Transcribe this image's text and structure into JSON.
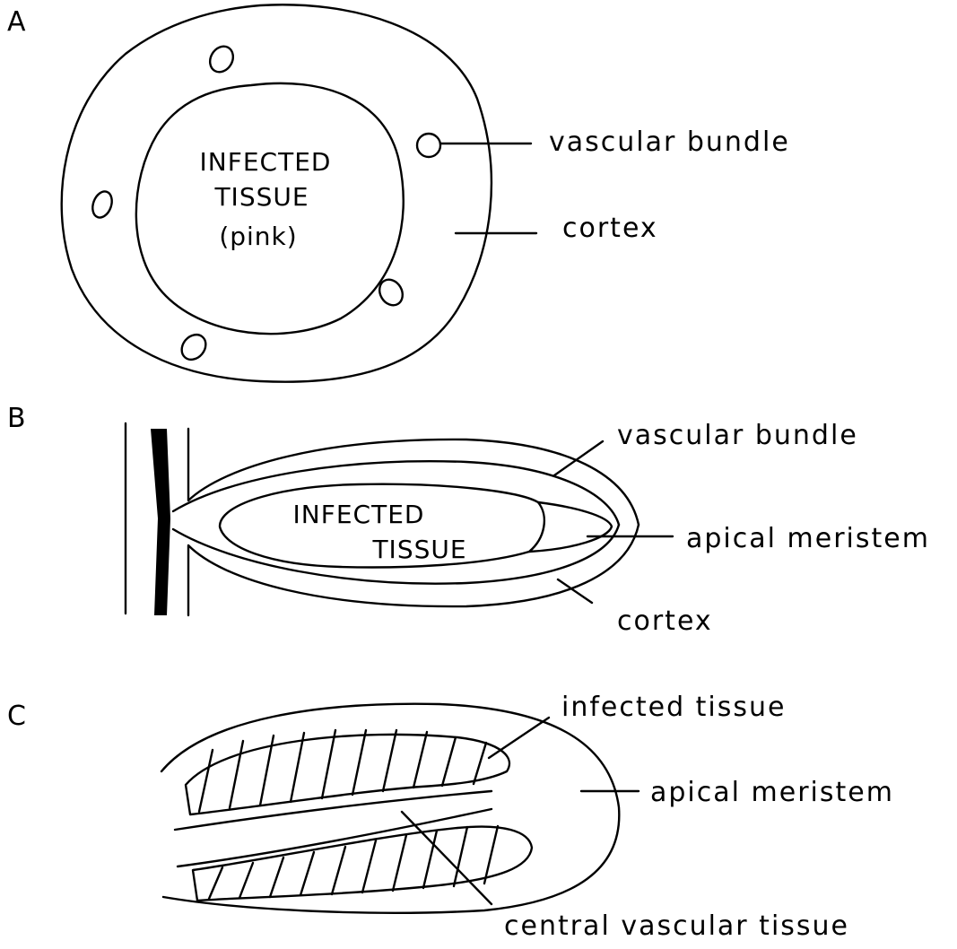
{
  "panels": {
    "a": {
      "letter": "A",
      "inner_lines": [
        "INFECTED",
        "TISSUE",
        "(pink)"
      ],
      "labels": {
        "vascular_bundle": "vascular bundle",
        "cortex": "cortex"
      }
    },
    "b": {
      "letter": "B",
      "inner_lines": [
        "INFECTED",
        "TISSUE"
      ],
      "labels": {
        "vascular_bundle": "vascular bundle",
        "apical_meristem": "apical meristem",
        "cortex": "cortex"
      }
    },
    "c": {
      "letter": "C",
      "labels": {
        "infected_tissue": "infected tissue",
        "apical_meristem": "apical meristem",
        "central_vascular_tissue": "central vascular tissue"
      }
    }
  }
}
